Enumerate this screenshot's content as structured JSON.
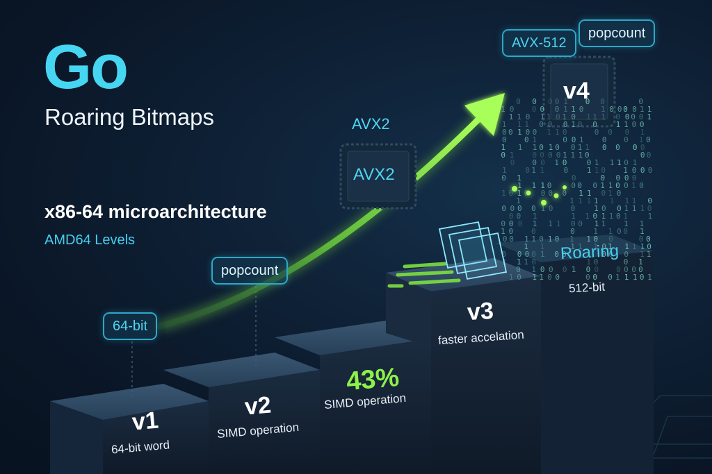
{
  "title": {
    "logo": "Go",
    "subtitle": "Roaring Bitmaps"
  },
  "section": {
    "heading": "x86-64 microarchitecture",
    "subheading": "AMD64 Levels"
  },
  "tags": {
    "bit64": "64-bit",
    "popcount_low": "popcount",
    "avx512": "AVX-512",
    "popcount_top": "popcount"
  },
  "chips": {
    "avx2_label": "AVX2",
    "avx2_chip": "AVX2",
    "v4_chip": "v4"
  },
  "steps": [
    {
      "level": "v1",
      "caption": "64-bit word"
    },
    {
      "level": "v2",
      "caption": "SIMD operation"
    },
    {
      "percent": "43%",
      "caption": "SIMD operation"
    },
    {
      "level": "v3",
      "caption": "faster accelation"
    },
    {
      "name": "Roaring",
      "caption": "512-bit"
    }
  ],
  "colors": {
    "accent_cyan": "#46d6f2",
    "accent_green": "#8ef04a",
    "background": "#0b1524"
  },
  "icons": [
    "chip-icon",
    "growth-arrow-icon",
    "glass-layers-icon",
    "binary-cube-icon"
  ]
}
